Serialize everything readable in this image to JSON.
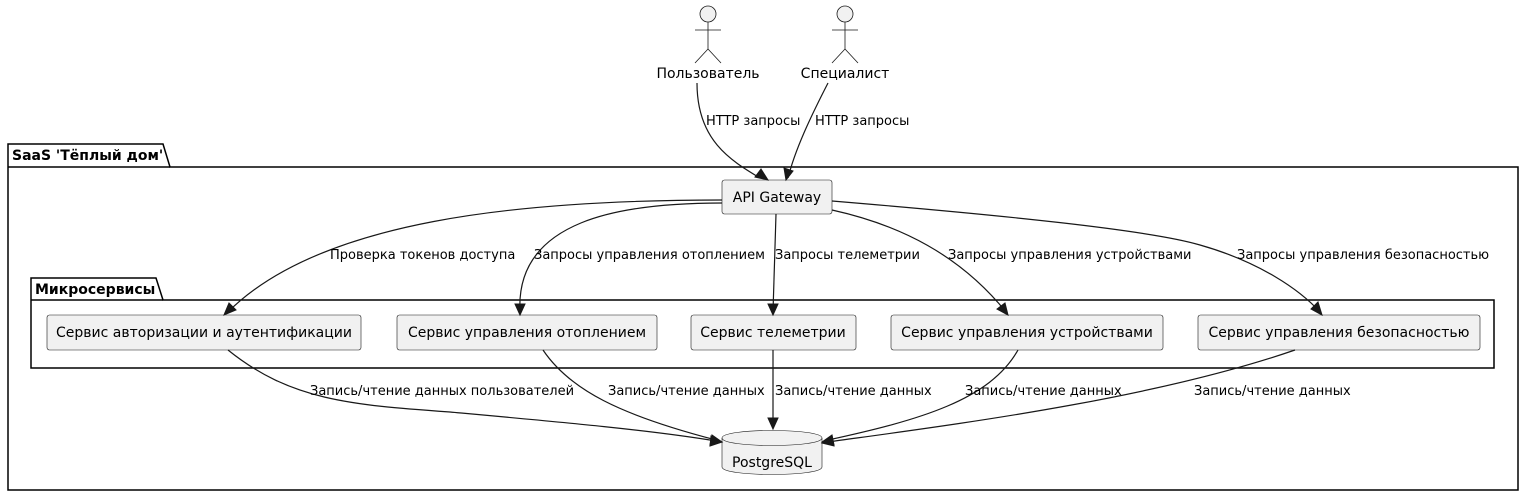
{
  "actors": [
    {
      "id": "user",
      "name": "Пользователь"
    },
    {
      "id": "specialist",
      "name": "Специалист"
    }
  ],
  "packages": {
    "system": "SaaS 'Тёплый дом'",
    "microservices": "Микросервисы"
  },
  "nodes": {
    "gateway": "API Gateway",
    "auth": "Сервис авторизации и аутентификации",
    "heating": "Сервис управления отоплением",
    "telemetry": "Сервис телеметрии",
    "devices": "Сервис управления устройствами",
    "security": "Сервис управления безопасностью",
    "db": "PostgreSQL"
  },
  "edges": [
    {
      "from": "user",
      "to": "gateway",
      "label": "HTTP запросы"
    },
    {
      "from": "specialist",
      "to": "gateway",
      "label": "HTTP запросы"
    },
    {
      "from": "gateway",
      "to": "auth",
      "label": "Проверка токенов доступа"
    },
    {
      "from": "gateway",
      "to": "heating",
      "label": "Запросы управления отоплением"
    },
    {
      "from": "gateway",
      "to": "telemetry",
      "label": "Запросы телеметрии"
    },
    {
      "from": "gateway",
      "to": "devices",
      "label": "Запросы управления устройствами"
    },
    {
      "from": "gateway",
      "to": "security",
      "label": "Запросы управления безопасностью"
    },
    {
      "from": "auth",
      "to": "db",
      "label": "Запись/чтение данных пользователей"
    },
    {
      "from": "heating",
      "to": "db",
      "label": "Запись/чтение данных"
    },
    {
      "from": "telemetry",
      "to": "db",
      "label": "Запись/чтение данных"
    },
    {
      "from": "devices",
      "to": "db",
      "label": "Запись/чтение данных"
    },
    {
      "from": "security",
      "to": "db",
      "label": "Запись/чтение данных"
    }
  ]
}
